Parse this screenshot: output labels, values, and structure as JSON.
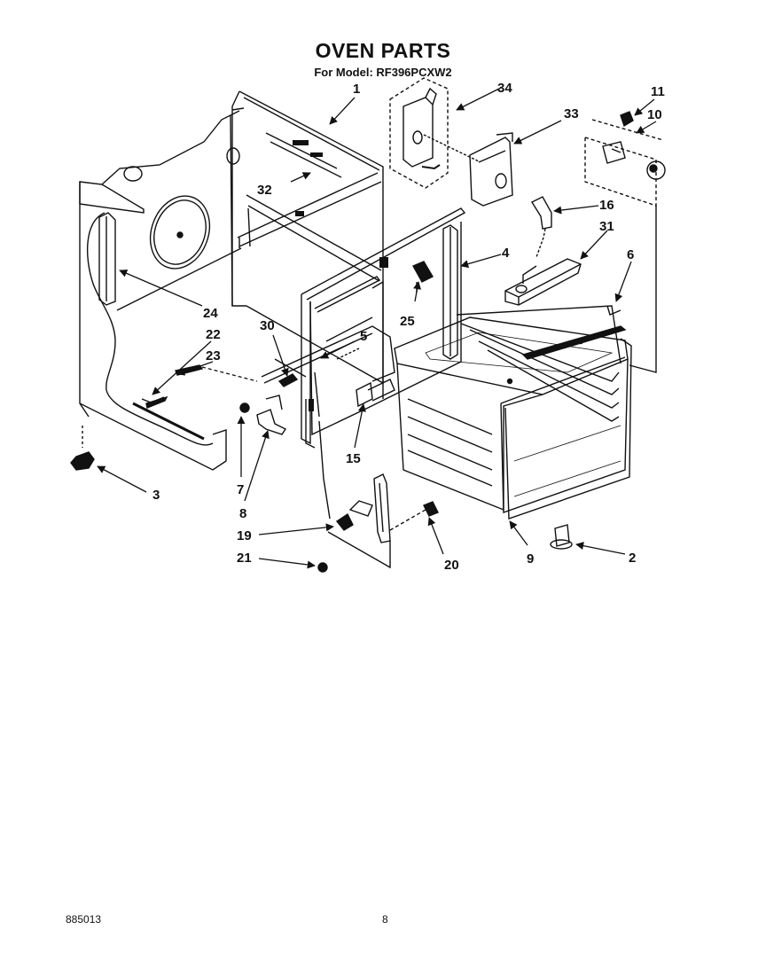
{
  "header": {
    "title": "OVEN PARTS",
    "model_line": "For Model: RF396PCXW2"
  },
  "callouts": [
    {
      "id": "c1",
      "label": "1"
    },
    {
      "id": "c2",
      "label": "2"
    },
    {
      "id": "c3",
      "label": "3"
    },
    {
      "id": "c4",
      "label": "4"
    },
    {
      "id": "c5",
      "label": "5"
    },
    {
      "id": "c6",
      "label": "6"
    },
    {
      "id": "c7",
      "label": "7"
    },
    {
      "id": "c8",
      "label": "8"
    },
    {
      "id": "c9",
      "label": "9"
    },
    {
      "id": "c10",
      "label": "10"
    },
    {
      "id": "c11",
      "label": "11"
    },
    {
      "id": "c15",
      "label": "15"
    },
    {
      "id": "c16",
      "label": "16"
    },
    {
      "id": "c19",
      "label": "19"
    },
    {
      "id": "c20",
      "label": "20"
    },
    {
      "id": "c21",
      "label": "21"
    },
    {
      "id": "c22",
      "label": "22"
    },
    {
      "id": "c23",
      "label": "23"
    },
    {
      "id": "c24",
      "label": "24"
    },
    {
      "id": "c25",
      "label": "25"
    },
    {
      "id": "c30",
      "label": "30"
    },
    {
      "id": "c31",
      "label": "31"
    },
    {
      "id": "c32",
      "label": "32"
    },
    {
      "id": "c33",
      "label": "33"
    },
    {
      "id": "c34",
      "label": "34"
    }
  ],
  "footer": {
    "doc_number": "885013",
    "page_number": "8"
  }
}
